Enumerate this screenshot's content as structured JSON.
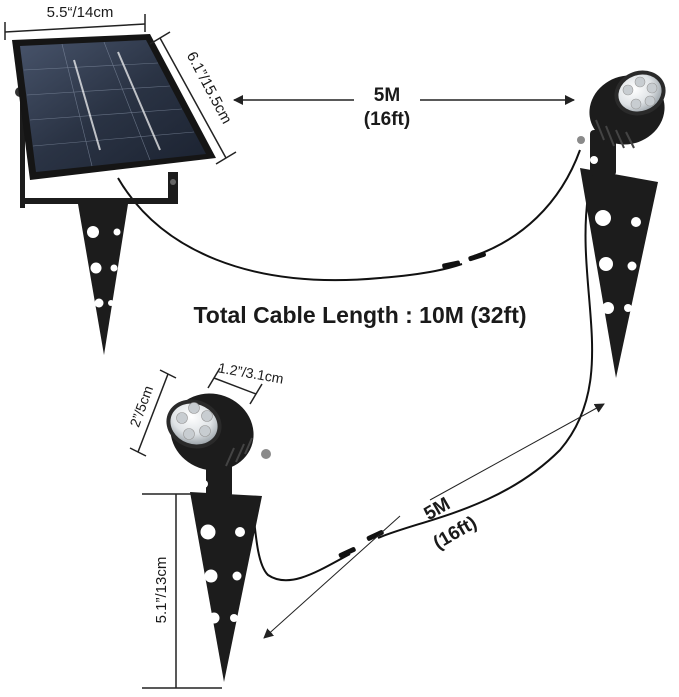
{
  "colors": {
    "background": "#ffffff",
    "metal": "#1c1c1c",
    "cable": "#111111",
    "panel": "#2c3442",
    "line": "#222222"
  },
  "solar_panel": {
    "width_label": "5.5“/14cm",
    "height_label": "6.1”/15.5cm"
  },
  "cable_top": {
    "length_label": "5M",
    "length_ft": "(16ft)"
  },
  "total_cable": {
    "label": "Total Cable Length : 10M (32ft)"
  },
  "spotlight": {
    "width_label": "1.2”/3.1cm",
    "diameter_label": "2”/5cm",
    "stake_height_label": "5.1”/13cm"
  },
  "cable_bottom": {
    "length_label": "5M",
    "length_ft": "(16ft)"
  }
}
